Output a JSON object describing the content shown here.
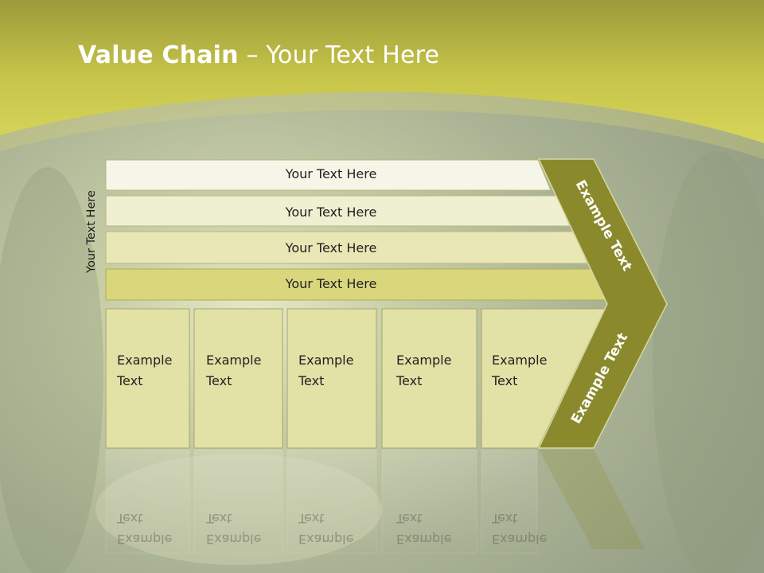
{
  "slide": {
    "title_bold": "Value Chain",
    "title_rest": " – Your Text Here",
    "side_label": "Your Text Here"
  },
  "rows": [
    {
      "label": "Your Text Here"
    },
    {
      "label": "Your Text Here"
    },
    {
      "label": "Your Text Here"
    },
    {
      "label": "Your Text Here"
    }
  ],
  "columns": [
    {
      "line1": "Example",
      "line2": "Text"
    },
    {
      "line1": "Example",
      "line2": "Text"
    },
    {
      "line1": "Example",
      "line2": "Text"
    },
    {
      "line1": "Example",
      "line2": "Text"
    },
    {
      "line1": "Example",
      "line2": "Text"
    }
  ],
  "chevron": {
    "upper_label": "Example Text",
    "lower_label": "Example Text"
  },
  "colors": {
    "band": "#c9c84e",
    "chevron": "#8a8a2c",
    "row_fills": [
      "#f6f6e8",
      "#efefd2",
      "#e8e7b5",
      "#d9d67c"
    ],
    "column_fill": "#e2e1a6"
  }
}
